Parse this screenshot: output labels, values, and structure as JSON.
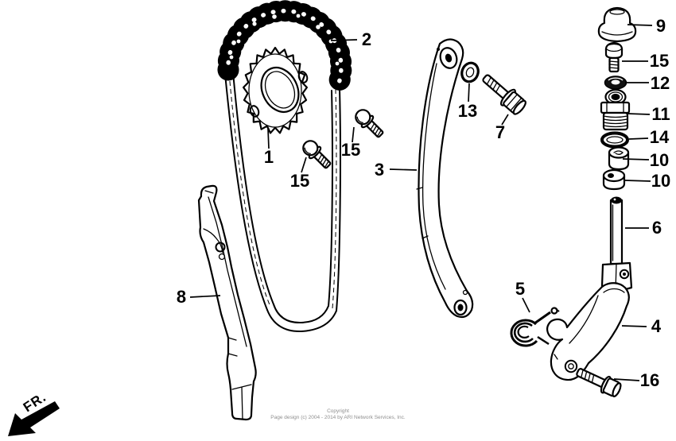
{
  "fr_label": "FR.",
  "callouts": [
    {
      "label": "1"
    },
    {
      "label": "2"
    },
    {
      "label": "3"
    },
    {
      "label": "4"
    },
    {
      "label": "5"
    },
    {
      "label": "6"
    },
    {
      "label": "7"
    },
    {
      "label": "8"
    },
    {
      "label": "9"
    },
    {
      "label": "10"
    },
    {
      "label": "10"
    },
    {
      "label": "11"
    },
    {
      "label": "12"
    },
    {
      "label": "13"
    },
    {
      "label": "14"
    },
    {
      "label": "15"
    },
    {
      "label": "15"
    },
    {
      "label": "15"
    },
    {
      "label": "16"
    }
  ],
  "copyright": {
    "line1": "Copyright",
    "line2": "Page design (c) 2004 - 2014 by ARI Network Services, Inc."
  },
  "colors": {
    "line": "#000000",
    "background": "#ffffff",
    "copyright_text": "#8f8f8f"
  }
}
